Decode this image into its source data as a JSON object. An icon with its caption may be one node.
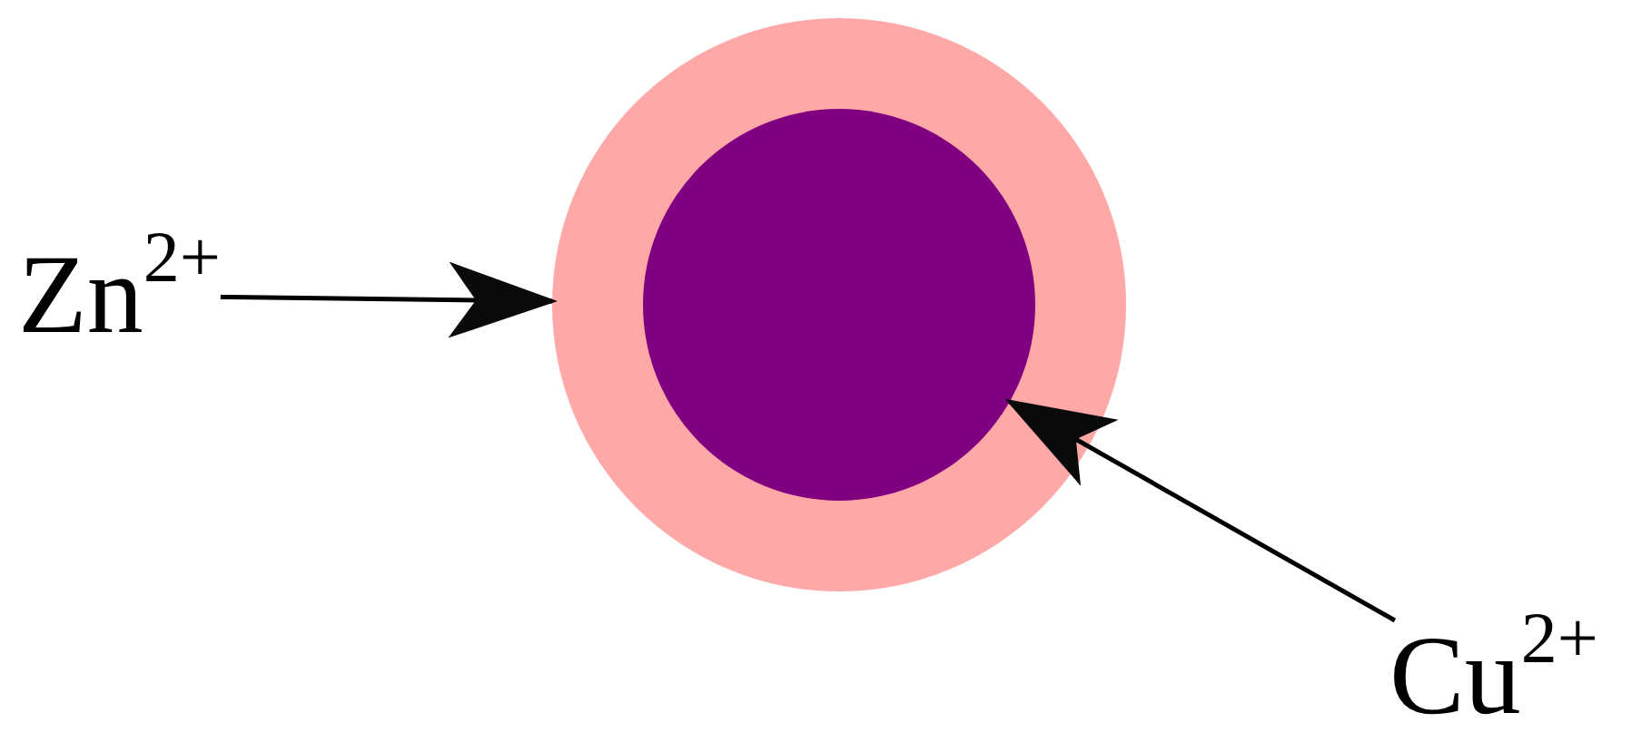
{
  "diagram": {
    "nodes": [
      {
        "text": [
          "Zn$^{2+}$"
        ]
      },
      {
        "text": [],
        "shape": "circle"
      },
      {
        "text": [],
        "shape": "circle",
        "in": 1
      },
      {
        "text": [
          "Cu$^{2+}$"
        ]
      }
    ],
    "edges": [
      {
        "from": 0,
        "to": 1,
        "arrow": "to"
      },
      {
        "from": 3,
        "to": 2,
        "arrow": "to"
      }
    ]
  }
}
